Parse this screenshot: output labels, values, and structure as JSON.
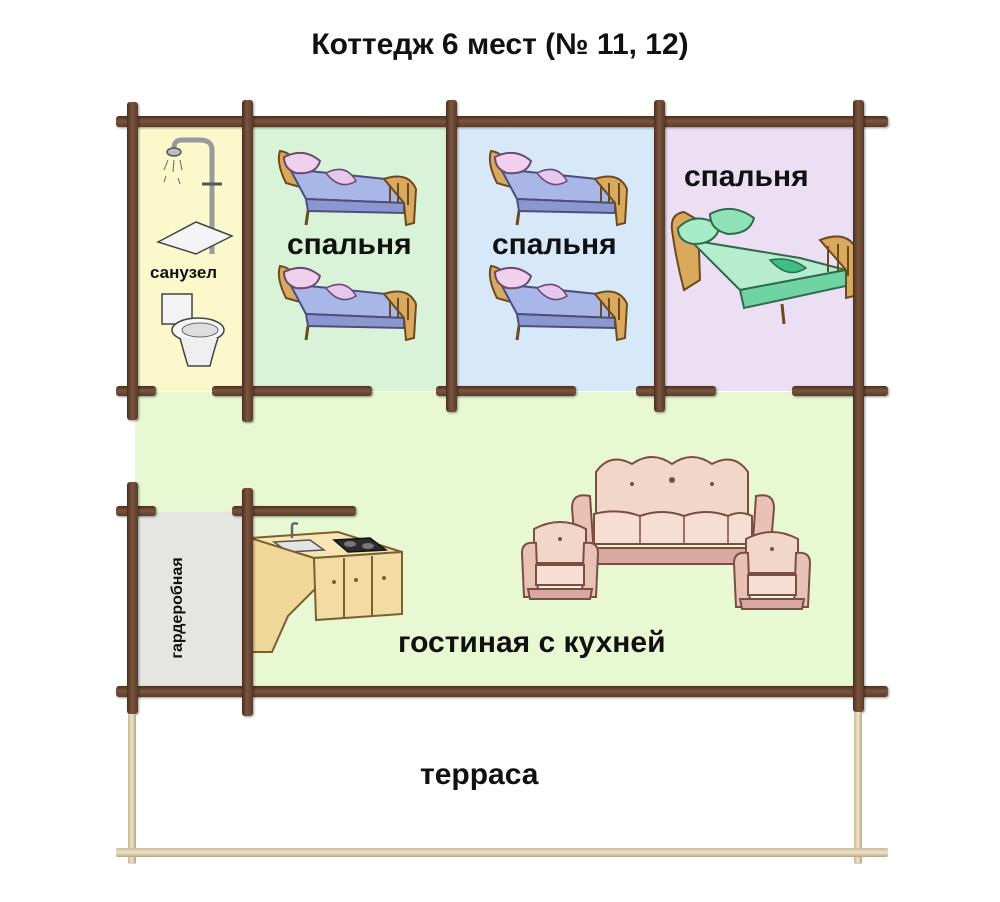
{
  "title": "Коттедж 6 мест (№ 11, 12)",
  "colors": {
    "bathroom": "#fbf8cc",
    "bedroom_green": "#d9f3d8",
    "bedroom_blue": "#d7e8f8",
    "bedroom_purple": "#ecdff3",
    "living": "#e7f8d2",
    "wardrobe": "#e5e5e3",
    "log": "#5e3f2c"
  },
  "rooms": {
    "bathroom": "санузел",
    "bedroom1": "спальня",
    "bedroom2": "спальня",
    "bedroom3": "спальня",
    "wardrobe": "гардеробная",
    "living": "гостиная с кухней",
    "terrace": "терраса"
  },
  "icons": [
    "shower-icon",
    "toilet-icon",
    "bed-icon",
    "double-bed-icon",
    "sofa-icon",
    "armchair-icon",
    "kitchen-counter-icon"
  ]
}
